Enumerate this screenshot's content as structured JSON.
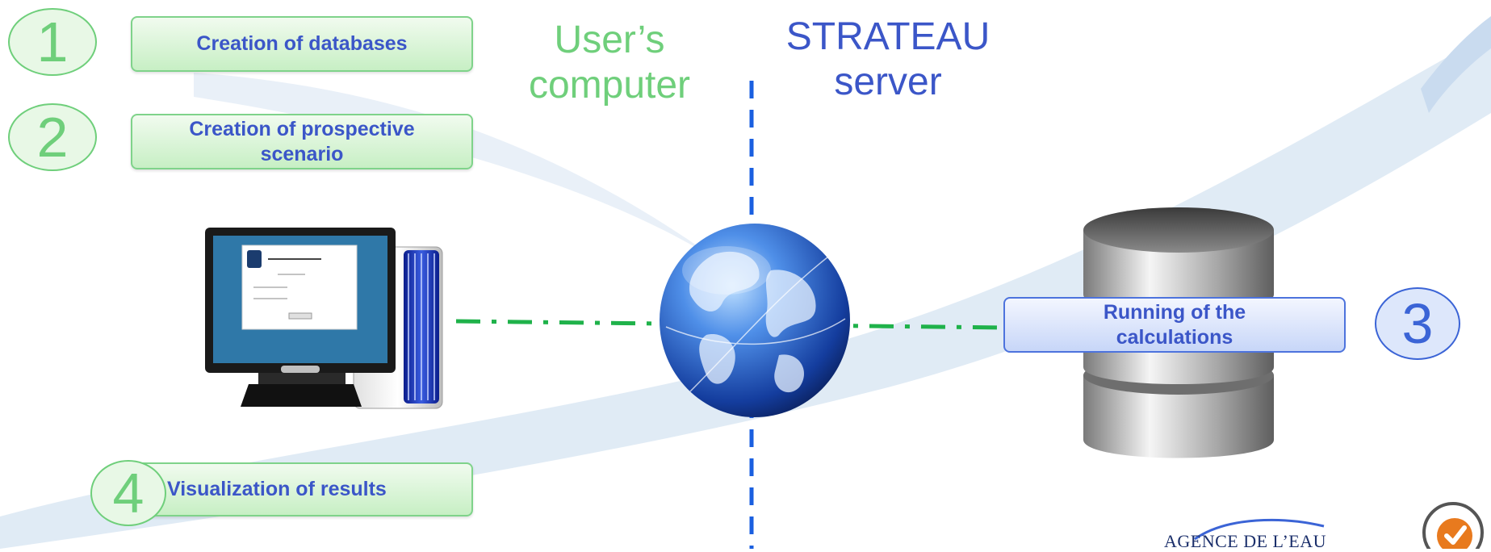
{
  "steps": {
    "s1": {
      "number": "1",
      "label": "Creation of databases"
    },
    "s2": {
      "number": "2",
      "label": "Creation of prospective scenario"
    },
    "s3": {
      "number": "3",
      "label": "Running of the calculations"
    },
    "s4": {
      "number": "4",
      "label": "Visualization of results"
    }
  },
  "headings": {
    "user_line1": "User’s",
    "user_line2": "computer",
    "server_line1": "STRATEAU",
    "server_line2": "server"
  },
  "logo": {
    "agency": "AGENCE DE L’EAU"
  },
  "colors": {
    "green": "#6fcf7b",
    "blue": "#3b56c8",
    "dash_green": "#1fb24a",
    "dash_blue": "#1a5fe0"
  }
}
